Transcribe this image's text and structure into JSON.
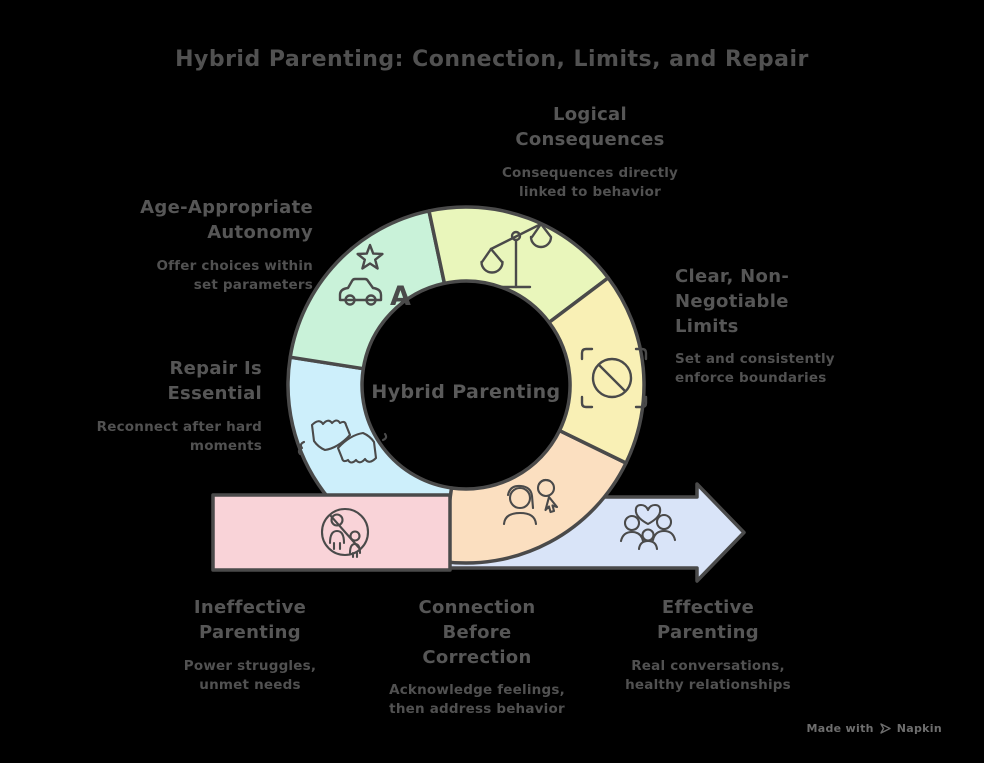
{
  "title": "Hybrid Parenting: Connection, Limits, and Repair",
  "center_label": "Hybrid Parenting",
  "nodes": {
    "logical": {
      "heading": "Logical\nConsequences",
      "subtext": "Consequences directly\nlinked to behavior",
      "color": "#e9f6bb",
      "icon": "balance-scale-icon"
    },
    "autonomy": {
      "heading": "Age-Appropriate\nAutonomy",
      "subtext": "Offer choices within\nset parameters",
      "color": "#c9f2d9",
      "icon": "star-car-icon"
    },
    "limits": {
      "heading": "Clear, Non-\nNegotiable\nLimits",
      "subtext": "Set and consistently\nenforce boundaries",
      "color": "#f9f0b5",
      "icon": "prohibition-frame-icon"
    },
    "repair": {
      "heading": "Repair Is\nEssential",
      "subtext": "Reconnect after hard\nmoments",
      "color": "#cdeffb",
      "icon": "reconnecting-hands-icon"
    },
    "ineffective": {
      "heading": "Ineffective\nParenting",
      "subtext": "Power struggles,\nunmet needs",
      "color": "#f9d3d8",
      "icon": "no-parenting-icon"
    },
    "connection": {
      "heading": "Connection\nBefore\nCorrection",
      "subtext": "Acknowledge feelings,\nthen address behavior",
      "color": "#fbdfc0",
      "icon": "parent-child-icon"
    },
    "effective": {
      "heading": "Effective\nParenting",
      "subtext": "Real conversations,\nhealthy relationships",
      "color": "#d9e4f8",
      "icon": "family-heart-icon"
    }
  },
  "icons": {
    "car_label": "A"
  },
  "colors": {
    "background": "#000000",
    "outline": "#4a4a4a",
    "title_text": "#515151",
    "heading_text": "#565656",
    "subtext_text": "#515151",
    "watermark_text": "#6e6e6e"
  },
  "watermark": {
    "prefix": "Made with",
    "brand": "Napkin"
  }
}
